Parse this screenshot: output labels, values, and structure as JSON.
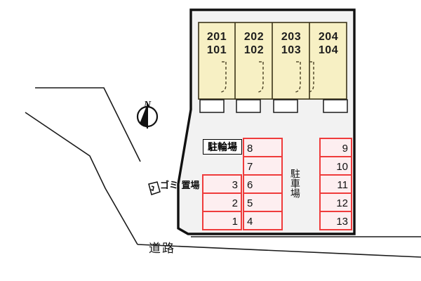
{
  "plan": {
    "title": "apartment-site-plan",
    "colors": {
      "site_fill": "#f2f2f2",
      "building_fill": "#f7f0c4",
      "stall_fill": "#fdeef0",
      "stall_border": "#ef3b3b",
      "outline": "#111111",
      "background": "#ffffff"
    }
  },
  "building": {
    "units": [
      {
        "upper": "201",
        "lower": "101"
      },
      {
        "upper": "202",
        "lower": "102"
      },
      {
        "upper": "203",
        "lower": "103"
      },
      {
        "upper": "204",
        "lower": "104"
      }
    ]
  },
  "labels": {
    "bicycle_parking": "駐輪場",
    "car_parking": "駐車場",
    "garbage_area": "ゴミ\n置場",
    "road": "道路",
    "north": "N"
  },
  "parking": {
    "left_column": [
      "3",
      "2",
      "1"
    ],
    "middle_column": [
      "8",
      "7",
      "6",
      "5",
      "4"
    ],
    "right_column": [
      "9",
      "10",
      "11",
      "12",
      "13"
    ]
  }
}
